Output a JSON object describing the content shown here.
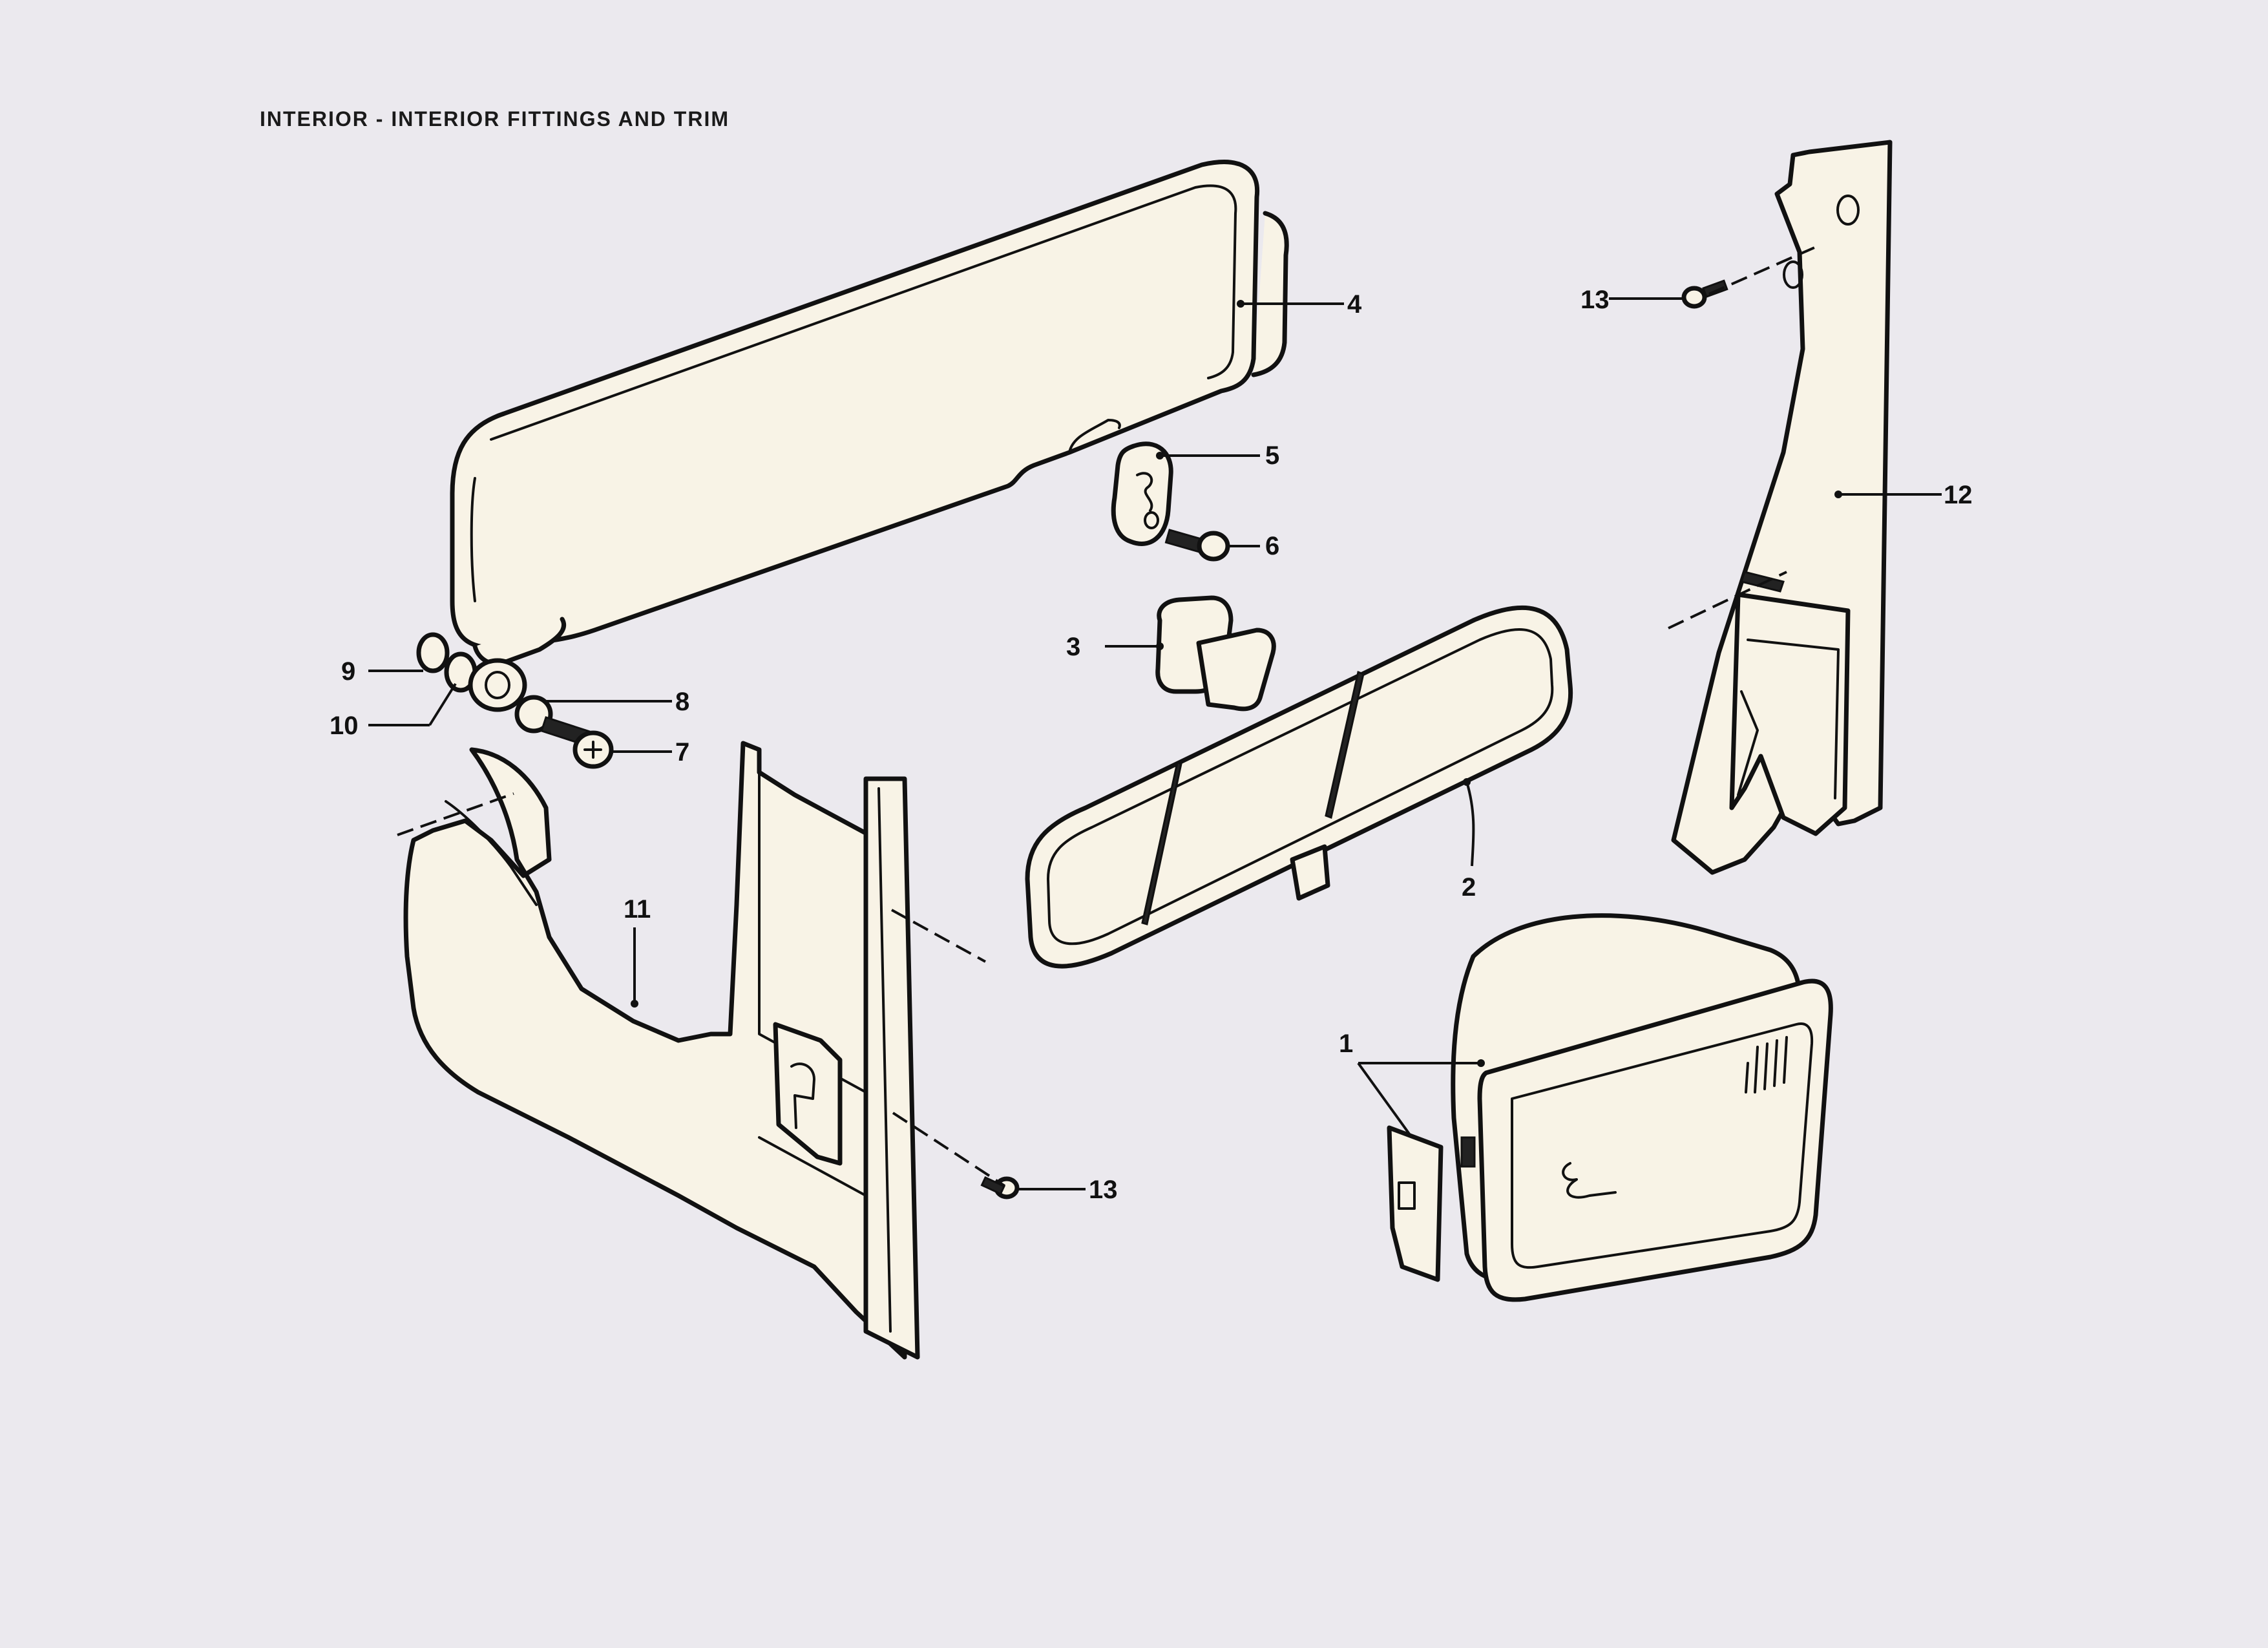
{
  "title": "INTERIOR - INTERIOR FITTINGS AND TRIM",
  "callouts": {
    "c1": "1",
    "c2": "2",
    "c3": "3",
    "c4": "4",
    "c5": "5",
    "c6": "6",
    "c7": "7",
    "c8": "8",
    "c9": "9",
    "c10": "10",
    "c11": "11",
    "c12": "12",
    "c13a": "13",
    "c13b": "13"
  },
  "colors": {
    "paper": "#ebe9ee",
    "part_fill": "#f8f3e6",
    "ink": "#111111"
  }
}
